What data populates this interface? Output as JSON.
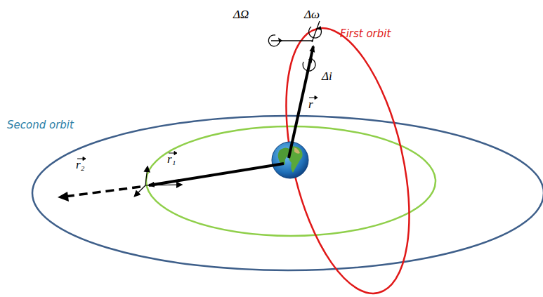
{
  "diagram": {
    "labels": [
      "ΔΩ",
      "Δω",
      "First orbit",
      "Δi",
      "r",
      "Second orbit",
      "r₁",
      "r₂"
    ]
  }
}
